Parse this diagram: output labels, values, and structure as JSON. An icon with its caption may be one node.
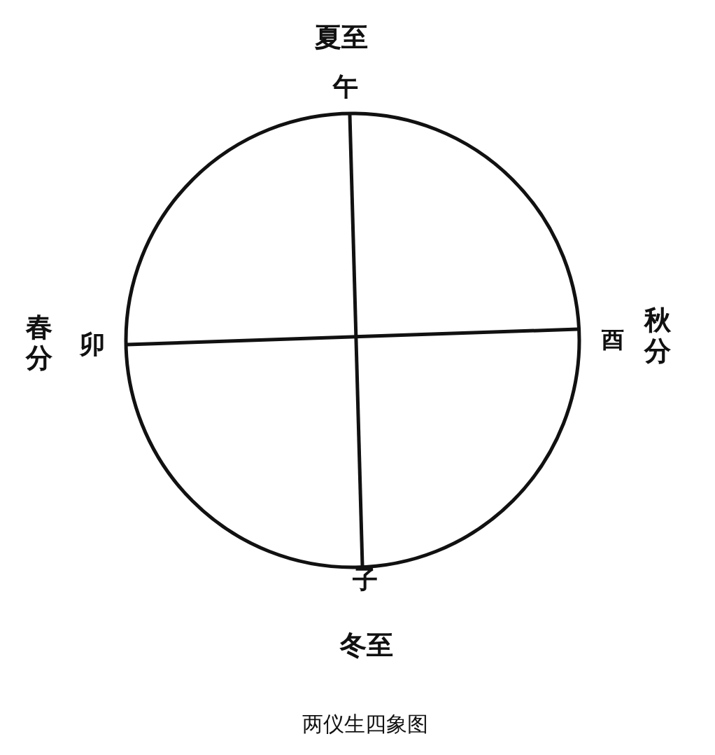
{
  "diagram": {
    "caption": "两仪生四象图",
    "labels": [
      "夏至",
      "午",
      "春分",
      "卯",
      "酉",
      "秋分",
      "子",
      "冬至"
    ]
  }
}
